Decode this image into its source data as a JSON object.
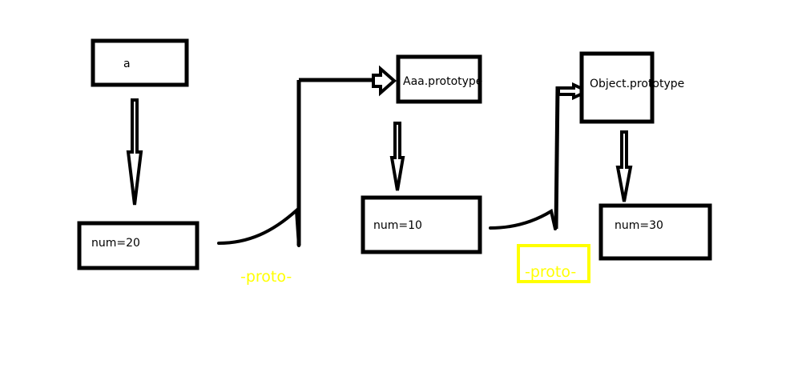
{
  "diagram": {
    "title": "",
    "colors": {
      "stroke": "#000000",
      "background": "#ffffff",
      "proto_label": "#ffff00"
    },
    "nodes": [
      {
        "id": "a",
        "label": "a"
      },
      {
        "id": "a_num",
        "label": "num=20"
      },
      {
        "id": "aaa_prototype",
        "label": "Aaa.prototype"
      },
      {
        "id": "aaa_num",
        "label": "num=10"
      },
      {
        "id": "object_prototype",
        "label": "Object.prototype"
      },
      {
        "id": "object_num",
        "label": "num=30"
      }
    ],
    "edges": [
      {
        "from": "a",
        "to": "a_num",
        "kind": "hollow-down-arrow"
      },
      {
        "from": "a_num",
        "to": "aaa_prototype",
        "kind": "proto-link",
        "label": "-proto-"
      },
      {
        "from": "aaa_prototype",
        "to": "aaa_num",
        "kind": "hollow-down-arrow"
      },
      {
        "from": "aaa_num",
        "to": "object_prototype",
        "kind": "proto-link",
        "label": "-proto-",
        "label_boxed": true
      },
      {
        "from": "object_prototype",
        "to": "object_num",
        "kind": "hollow-down-arrow"
      }
    ]
  }
}
